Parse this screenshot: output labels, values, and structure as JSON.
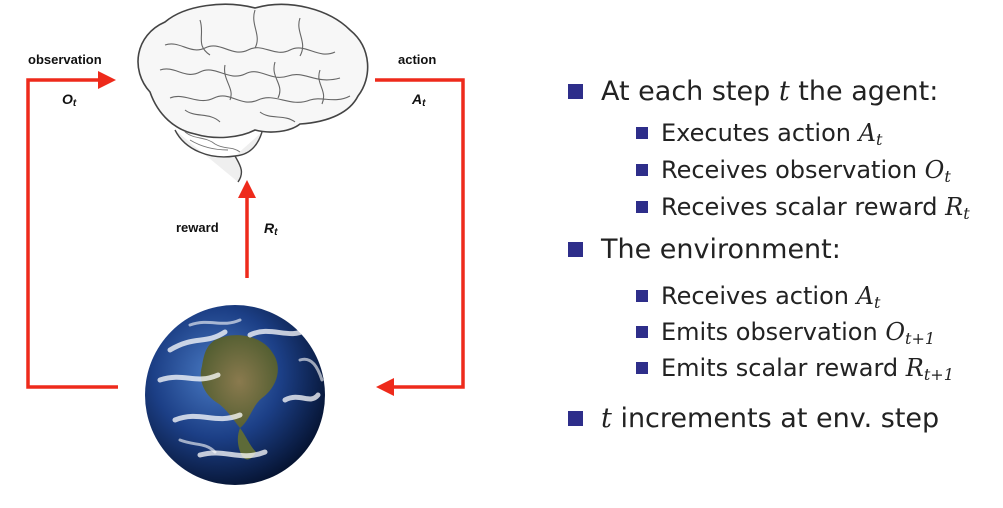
{
  "diagram": {
    "observation_label": "observation",
    "observation_symbol": "O",
    "observation_sub": "t",
    "action_label": "action",
    "action_symbol": "A",
    "action_sub": "t",
    "reward_label": "reward",
    "reward_symbol": "R",
    "reward_sub": "t",
    "arrow_color": "#ee2a1b",
    "brain_image": "brain-illustration",
    "earth_image": "earth-globe"
  },
  "bullets": {
    "agent_heading": {
      "pre": "At each step ",
      "var": "t",
      "post": " the agent:"
    },
    "agent_items": [
      {
        "text": "Executes action ",
        "sym": "A",
        "sub": "t"
      },
      {
        "text": "Receives observation ",
        "sym": "O",
        "sub": "t"
      },
      {
        "text": "Receives scalar reward ",
        "sym": "R",
        "sub": "t"
      }
    ],
    "env_heading": "The environment:",
    "env_items": [
      {
        "text": "Receives action ",
        "sym": "A",
        "sub": "t"
      },
      {
        "text": "Emits observation ",
        "sym": "O",
        "sub": "t+1"
      },
      {
        "text": "Emits scalar reward ",
        "sym": "R",
        "sub": "t+1"
      }
    ],
    "increment": {
      "var": "t",
      "post": " increments at env. step"
    }
  }
}
